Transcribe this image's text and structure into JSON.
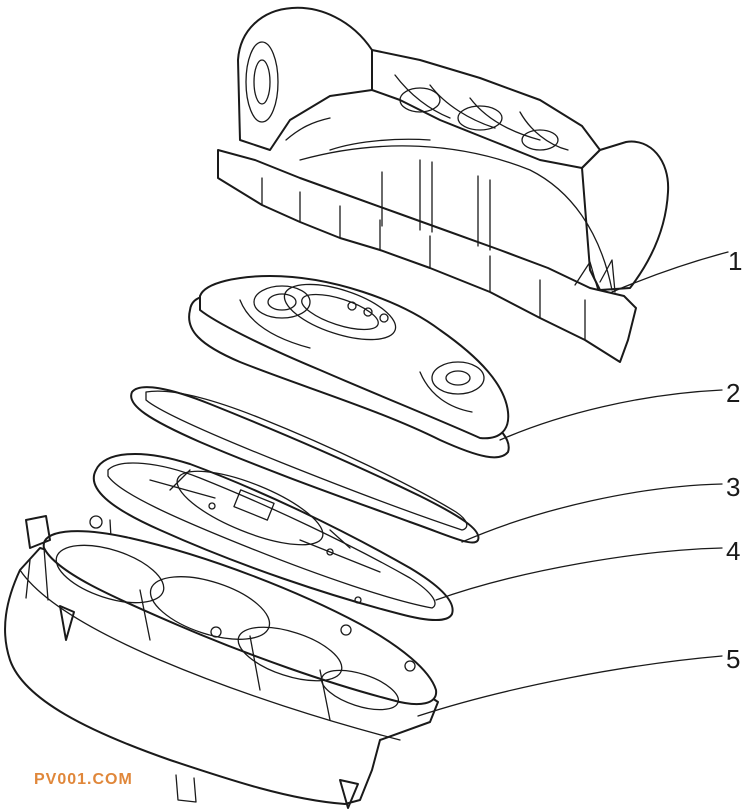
{
  "callouts": [
    {
      "label": "1"
    },
    {
      "label": "2"
    },
    {
      "label": "3"
    },
    {
      "label": "4"
    },
    {
      "label": "5"
    }
  ],
  "watermark": "PV001.COM",
  "colors": {
    "line": "#1a1a1a",
    "background": "#ffffff",
    "watermark": "#e0873a"
  }
}
